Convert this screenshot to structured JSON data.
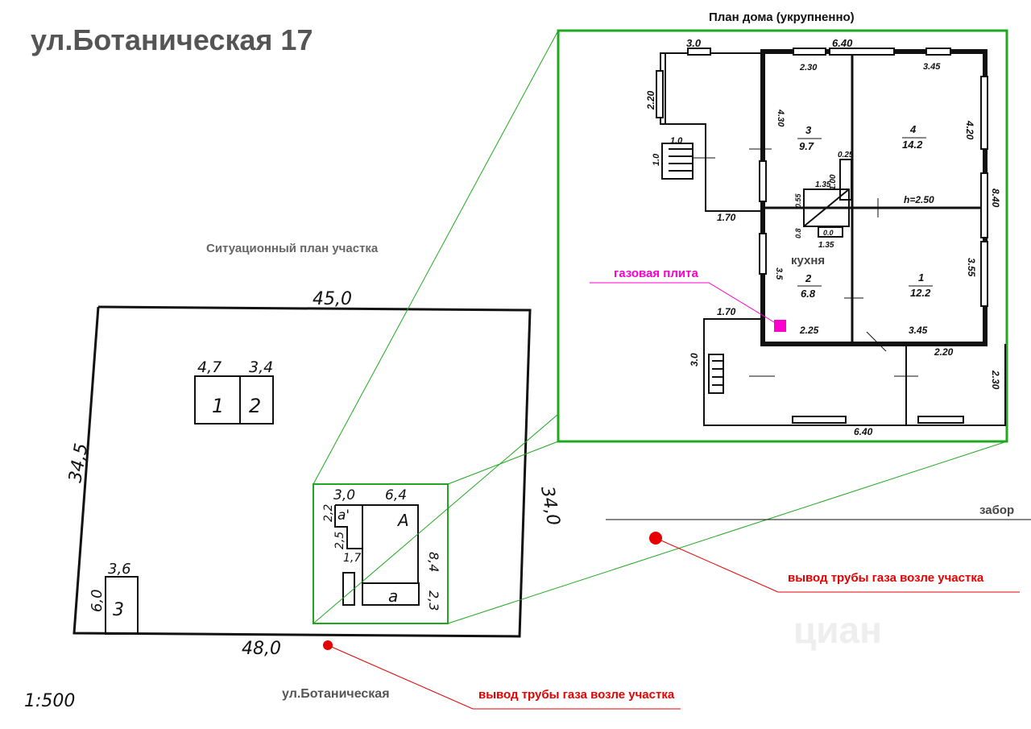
{
  "title": "ул.Ботаническая 17",
  "labels": {
    "site_plan_title": "Ситуационный план  участка",
    "house_plan_title": "План дома (укрупненно)",
    "street": "ул.Ботаническая",
    "fence": "забор",
    "gas_outlet_fence": "вывод трубы газа возле участка",
    "gas_outlet_street": "вывод трубы газа возле участка",
    "gas_stove": "газовая плита",
    "kitchen": "кухня",
    "scale": "1:500",
    "watermark": "циан"
  },
  "site_plan": {
    "dim_top": "45,0",
    "dim_bottom": "48,0",
    "dim_left": "34,5",
    "dim_right": "34,0",
    "buildings": [
      {
        "id": "1",
        "width_label": "4,7"
      },
      {
        "id": "2",
        "width_label": "3,4"
      },
      {
        "id": "3",
        "width_label": "3,6",
        "depth_label": "6,0"
      }
    ],
    "house": {
      "main_letter": "А",
      "annex_letter": "а",
      "veranda_letter": "а'",
      "dims": [
        "3,0",
        "6,4",
        "2,2",
        "2,5",
        "1,7",
        "8,4",
        "2,3"
      ]
    }
  },
  "house_plan": {
    "outer_dims": {
      "top_left": "3.0",
      "top_right": "6.40",
      "top_sub_left": "2.30",
      "top_sub_right": "3.45",
      "left_upper": "2.20",
      "left_step": "1.0",
      "step_width": "1.0",
      "left_bottom": "1.70",
      "right_upper": "4.20",
      "right_total": "8.40",
      "right_lower": "3.55",
      "room3_height": "4.30",
      "room2_height": "3.5",
      "door_width": "1.00",
      "door_small": "0.25",
      "ceiling": "h=2.50",
      "stair_top": "1.35",
      "stair_bottom": "1.35",
      "stair_side_a": "0.55",
      "stair_side_b": "0.8",
      "stair_side_c": "0.0",
      "bottom_inner_left": "2.25",
      "bottom_inner_right": "3.45",
      "annex_right": "2.20",
      "annex_height": "2.30",
      "annex_left_width": "1.70",
      "annex_left_height": "3.0",
      "bottom_total": "6.40"
    },
    "rooms": [
      {
        "number": "3",
        "area": "9.7"
      },
      {
        "number": "4",
        "area": "14.2"
      },
      {
        "number": "2",
        "area": "6.8"
      },
      {
        "number": "1",
        "area": "12.2"
      }
    ]
  },
  "colors": {
    "frame_green": "#1fa81f",
    "gas_red": "#e60000",
    "stove_magenta": "#ff00cc",
    "ink": "#111111",
    "label_gray": "#666666"
  }
}
